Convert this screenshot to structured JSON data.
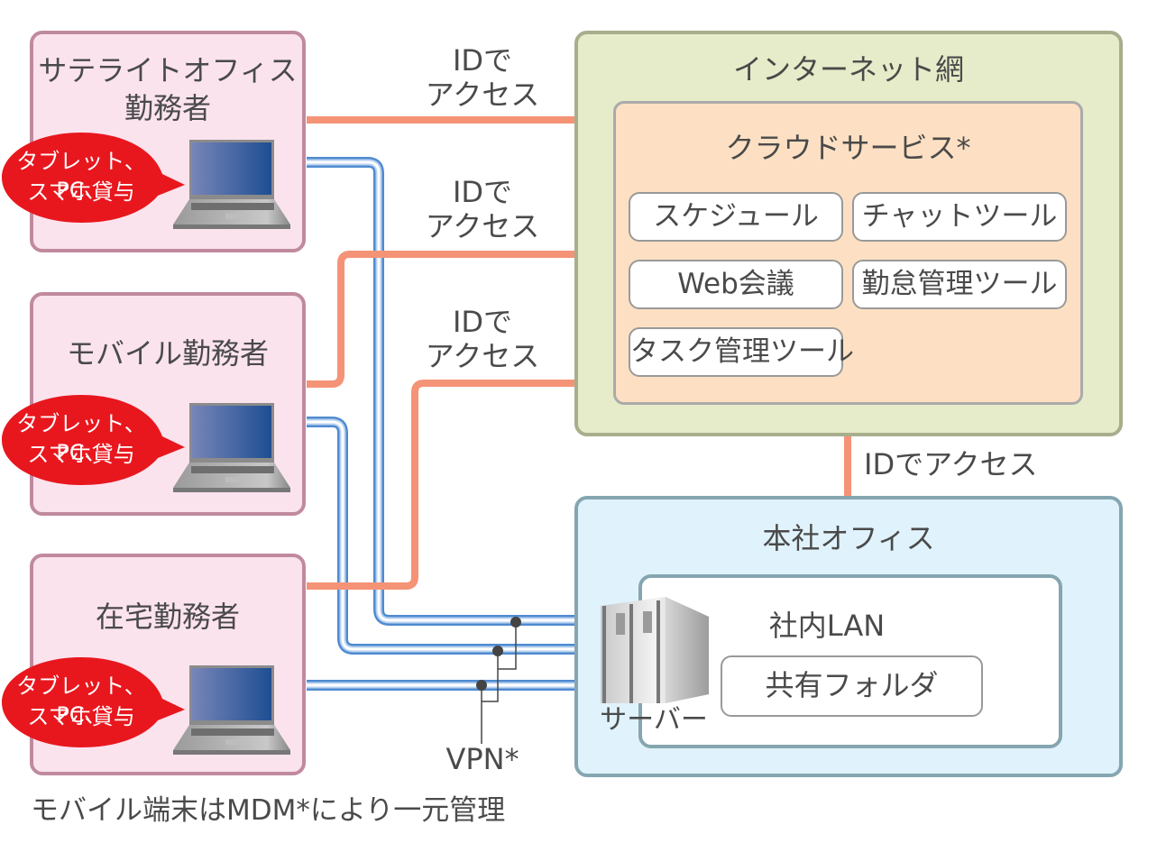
{
  "workers": [
    {
      "title_line1": "サテライトオフィス",
      "title_line2": "勤務者",
      "bubble_line1": "タブレット、PC、",
      "bubble_line2": "スマホ貸与",
      "device": "laptop-icon"
    },
    {
      "title_line1": "モバイル勤務者",
      "title_line2": "",
      "bubble_line1": "タブレット、PC、",
      "bubble_line2": "スマホ貸与",
      "device": "laptop-icon"
    },
    {
      "title_line1": "在宅勤務者",
      "title_line2": "",
      "bubble_line1": "タブレット、PC、",
      "bubble_line2": "スマホ貸与",
      "device": "laptop-icon"
    }
  ],
  "access_labels": [
    {
      "line1": "IDで",
      "line2": "アクセス"
    },
    {
      "line1": "IDで",
      "line2": "アクセス"
    },
    {
      "line1": "IDで",
      "line2": "アクセス"
    }
  ],
  "internet": {
    "title": "インターネット網",
    "cloud": {
      "title": "クラウドサービス*",
      "services": [
        "スケジュール",
        "チャットツール",
        "Web会議",
        "勤怠管理ツール",
        "タスク管理ツール"
      ]
    }
  },
  "hq_access_label": "IDでアクセス",
  "hq": {
    "title": "本社オフィス",
    "server_label": "サーバー",
    "lan": {
      "title": "社内LAN",
      "folder": "共有フォルダ"
    }
  },
  "vpn_label": "VPN*",
  "footnote": "モバイル端末はMDM*により一元管理",
  "colors": {
    "worker_fill": "#fbe3ee",
    "worker_border": "#c08a9e",
    "bubble": "#e8171e",
    "id_access_arrow": "#f59377",
    "vpn_pipe": "#4f8ad0",
    "internet_fill": "#e6ecc9",
    "cloud_fill": "#fde0c3",
    "hq_fill": "#e0f2fb"
  }
}
